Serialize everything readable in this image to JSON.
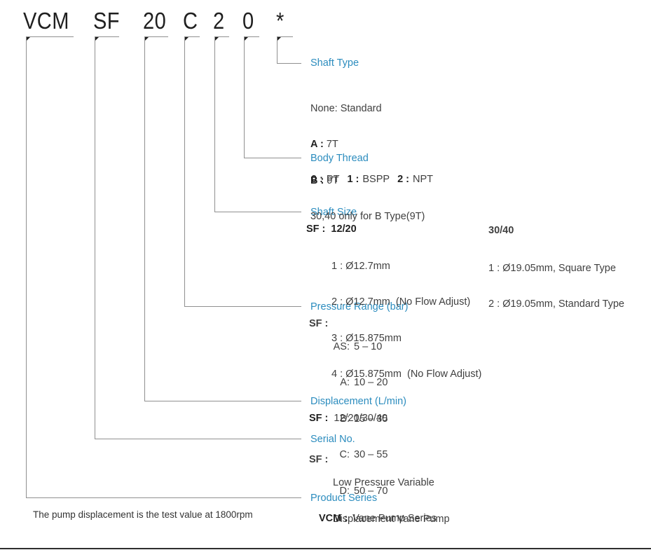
{
  "page": {
    "code_segments": [
      "VCM",
      "SF",
      "20",
      "C",
      "2",
      "0",
      "*"
    ],
    "note": "The pump displacement is the test value at 1800rpm"
  },
  "colors": {
    "accent_blue": "#2b8cbe",
    "line_gray": "#909090",
    "text_dark": "#1f1f1f",
    "text_body": "#404040"
  },
  "sections": {
    "shaft_type": {
      "label": "Shaft Type",
      "line_none": "None: Standard",
      "lines": [
        {
          "prefix": "A :",
          "text": "7T"
        },
        {
          "prefix": "B :",
          "text": "9T"
        }
      ],
      "line_note": "30,40 only for B Type(9T)"
    },
    "body_thread": {
      "label": "Body Thread",
      "options": [
        {
          "key": "0 :",
          "value": "PT"
        },
        {
          "key": "1 :",
          "value": "BSPP"
        },
        {
          "key": "2 :",
          "value": "NPT"
        }
      ]
    },
    "shaft_size": {
      "label": "Shaft Size",
      "sf_prefix": "SF :",
      "sf_value": "12/20",
      "sf_items": [
        "1 : Ø12.7mm",
        "2 : Ø12.7mm  (No Flow Adjust)",
        "3 : Ø15.875mm",
        "4 : Ø15.875mm  (No Flow Adjust)"
      ],
      "alt_header": "30/40",
      "alt_items": [
        "1 : Ø19.05mm, Square Type",
        "2 : Ø19.05mm, Standard Type"
      ]
    },
    "pressure_range": {
      "label": "Pressure Range (bar)",
      "sf_prefix": "SF :",
      "items": [
        {
          "key": "AS:",
          "value": "5 – 10"
        },
        {
          "key": "A:",
          "value": "10 – 20"
        },
        {
          "key": "B:",
          "value": "15 – 35"
        },
        {
          "key": "C:",
          "value": "30 – 55"
        },
        {
          "key": "D:",
          "value": "50 – 70"
        }
      ]
    },
    "displacement": {
      "label": "Displacement (L/min)",
      "sf_prefix": "SF :",
      "value": "12/20/30/40"
    },
    "serial_no": {
      "label": "Serial No.",
      "sf_prefix": "SF :",
      "line1": "Low Pressure Variable",
      "line2": "Displacement Vane Pump"
    },
    "product_series": {
      "label": "Product Series",
      "prefix": "VCM :",
      "value": "Vane Pump Series"
    }
  }
}
